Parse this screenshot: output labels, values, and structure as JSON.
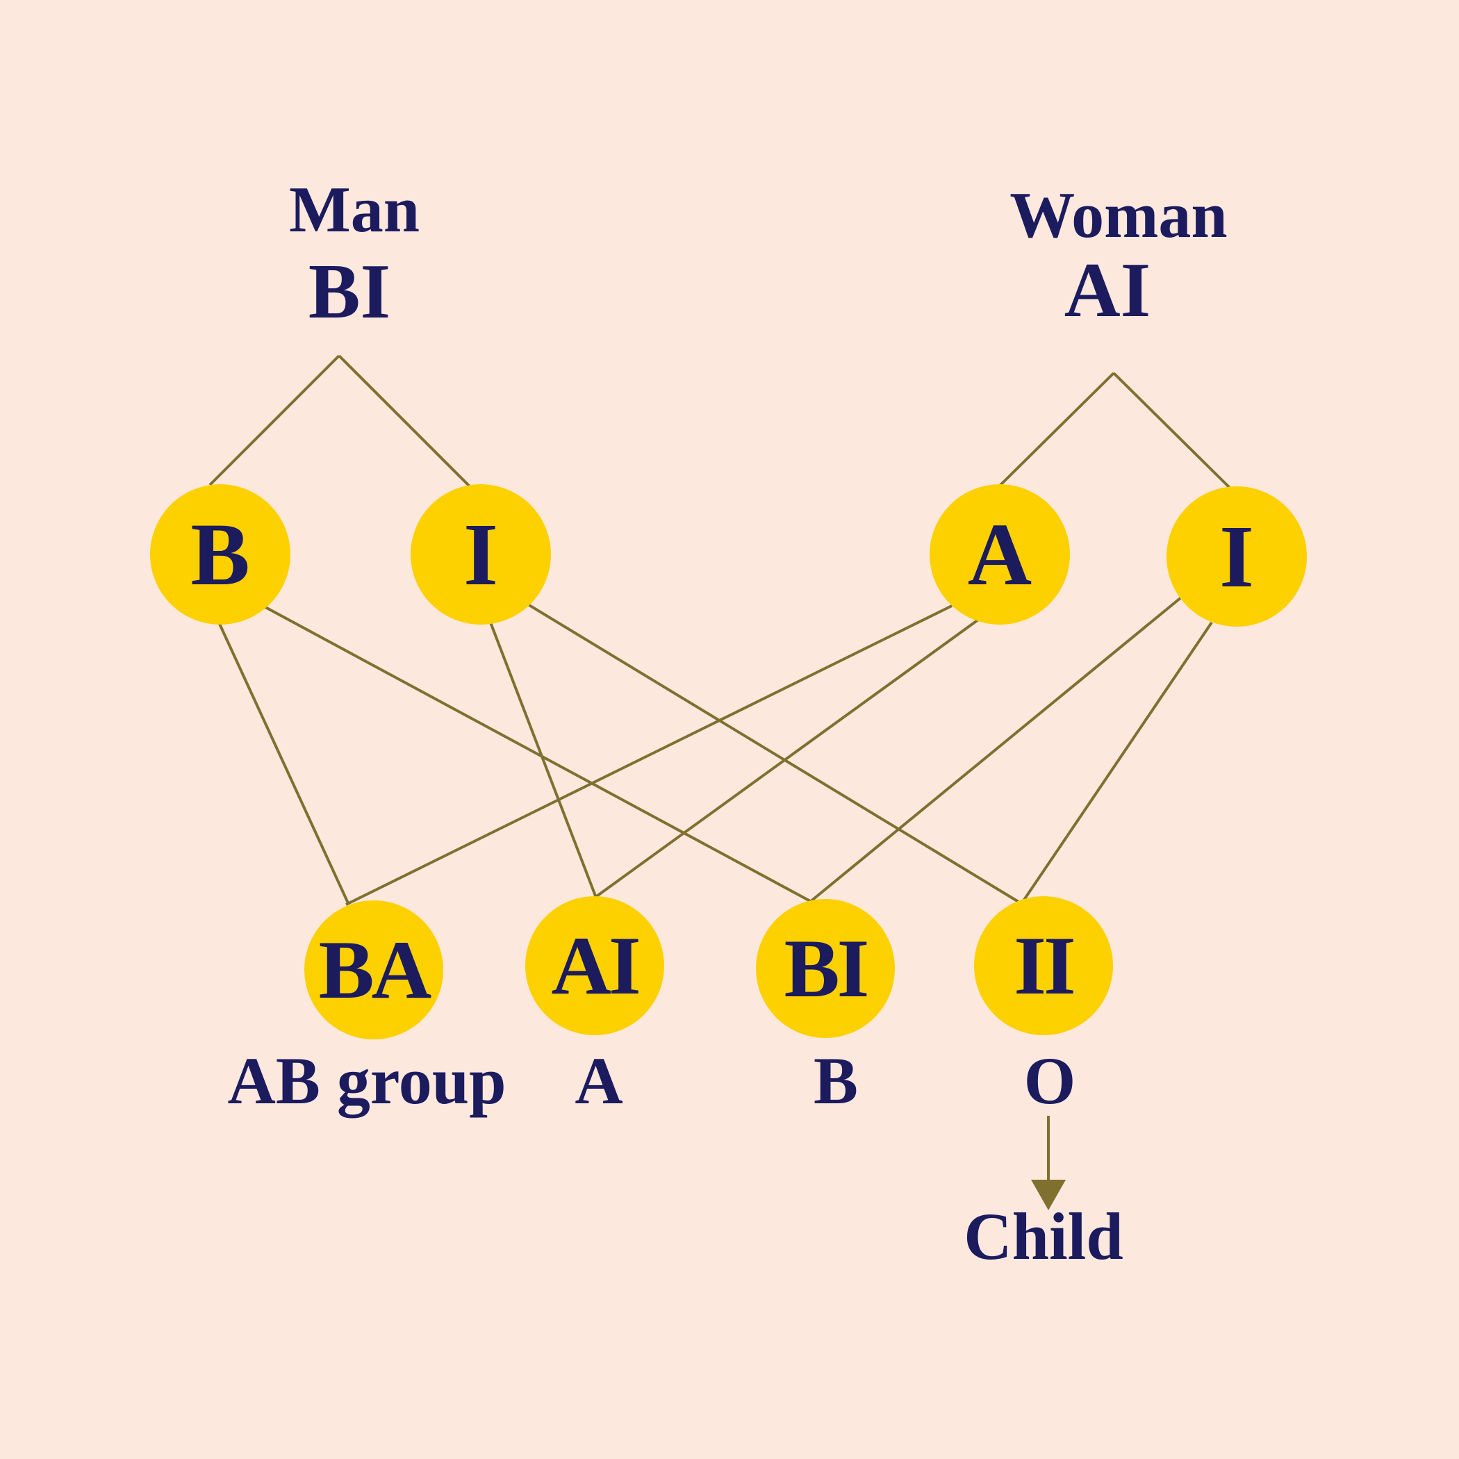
{
  "parents": {
    "man": {
      "label": "Man",
      "genotype": "BI"
    },
    "woman": {
      "label": "Woman",
      "genotype": "AI"
    }
  },
  "gametes": {
    "man": [
      "B",
      "I"
    ],
    "woman": [
      "A",
      "I"
    ]
  },
  "offspring": [
    {
      "genotype": "BA",
      "blood_group": "AB group"
    },
    {
      "genotype": "AI",
      "blood_group": "A"
    },
    {
      "genotype": "BI",
      "blood_group": "B"
    },
    {
      "genotype": "II",
      "blood_group": "O"
    }
  ],
  "outcome_label": "Child",
  "colors": {
    "background": "#fde8de",
    "node_fill": "#fdd000",
    "text": "#1b1b5e",
    "lines": "#807030"
  }
}
